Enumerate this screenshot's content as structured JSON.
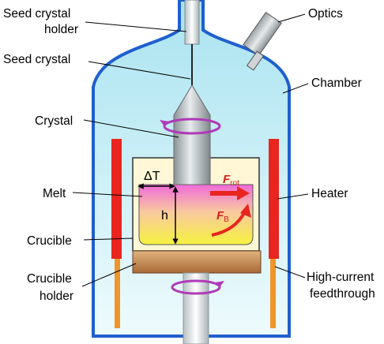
{
  "labels": {
    "seed_crystal_holder_line1": "Seed crystal",
    "seed_crystal_holder_line2": "holder",
    "seed_crystal": "Seed crystal",
    "crystal": "Crystal",
    "melt": "Melt",
    "crucible": "Crucible",
    "crucible_holder_line1": "Crucible",
    "crucible_holder_line2": "holder",
    "optics": "Optics",
    "chamber": "Chamber",
    "heater": "Heater",
    "feedthrough_line1": "High-current",
    "feedthrough_line2": "feedthrough"
  },
  "symbols": {
    "delta_t": "ΔT",
    "h": "h",
    "f_rot": "F",
    "f_rot_sub": "rot",
    "f_b": "F",
    "f_b_sub": "B"
  },
  "colors": {
    "chamber_wall": "#1f5fcf",
    "chamber_fill": "#cfeff6",
    "heater": "#e8251f",
    "feedthrough": "#f0952a",
    "crucible_holder": "#c98a4c",
    "melt_top": "#f06ad8",
    "melt_bottom": "#f5f23a",
    "crystal": "#a9b0b4",
    "rotation_arrow": "#b03ab8",
    "force_arrow": "#e8251f"
  }
}
